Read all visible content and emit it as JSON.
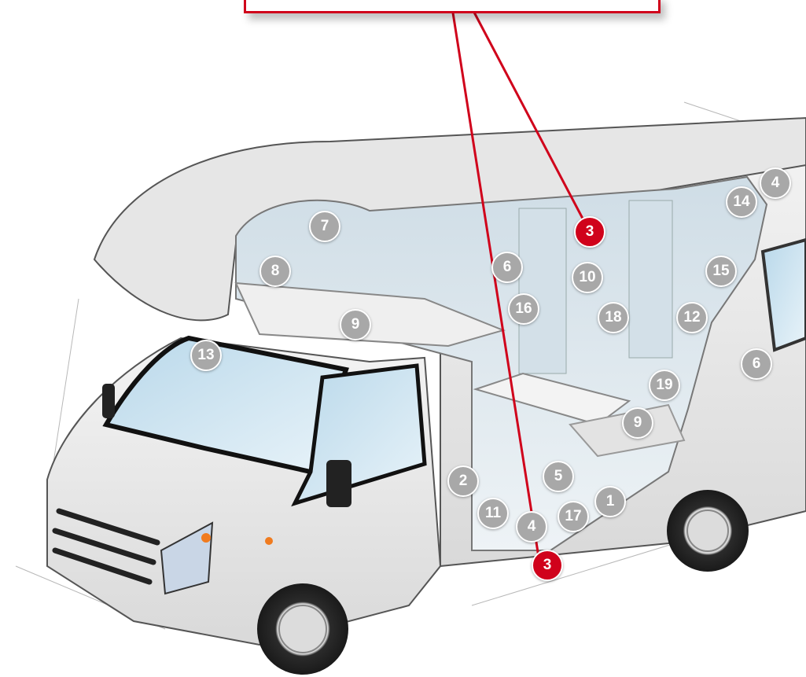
{
  "colors": {
    "accent_red": "#d0021b",
    "badge_grey": "#a8a8a8",
    "badge_text": "#ffffff",
    "body_white": "#ffffff",
    "sky_glass": "#cfe4f0",
    "interior_blue": "#dde6ec"
  },
  "callout": {
    "label": ""
  },
  "markers": [
    {
      "id": "m7",
      "number": "7",
      "highlight": false
    },
    {
      "id": "m8",
      "number": "8",
      "highlight": false
    },
    {
      "id": "m9a",
      "number": "9",
      "highlight": false
    },
    {
      "id": "m13",
      "number": "13",
      "highlight": false
    },
    {
      "id": "m6a",
      "number": "6",
      "highlight": false
    },
    {
      "id": "m16",
      "number": "16",
      "highlight": false
    },
    {
      "id": "m3a",
      "number": "3",
      "highlight": true
    },
    {
      "id": "m10",
      "number": "10",
      "highlight": false
    },
    {
      "id": "m18",
      "number": "18",
      "highlight": false
    },
    {
      "id": "m14",
      "number": "14",
      "highlight": false
    },
    {
      "id": "m4a",
      "number": "4",
      "highlight": false
    },
    {
      "id": "m15",
      "number": "15",
      "highlight": false
    },
    {
      "id": "m12",
      "number": "12",
      "highlight": false
    },
    {
      "id": "m6b",
      "number": "6",
      "highlight": false
    },
    {
      "id": "m19",
      "number": "19",
      "highlight": false
    },
    {
      "id": "m9b",
      "number": "9",
      "highlight": false
    },
    {
      "id": "m2",
      "number": "2",
      "highlight": false
    },
    {
      "id": "m5",
      "number": "5",
      "highlight": false
    },
    {
      "id": "m1",
      "number": "1",
      "highlight": false
    },
    {
      "id": "m11",
      "number": "11",
      "highlight": false
    },
    {
      "id": "m17",
      "number": "17",
      "highlight": false
    },
    {
      "id": "m4b",
      "number": "4",
      "highlight": false
    },
    {
      "id": "m3b",
      "number": "3",
      "highlight": true
    }
  ]
}
